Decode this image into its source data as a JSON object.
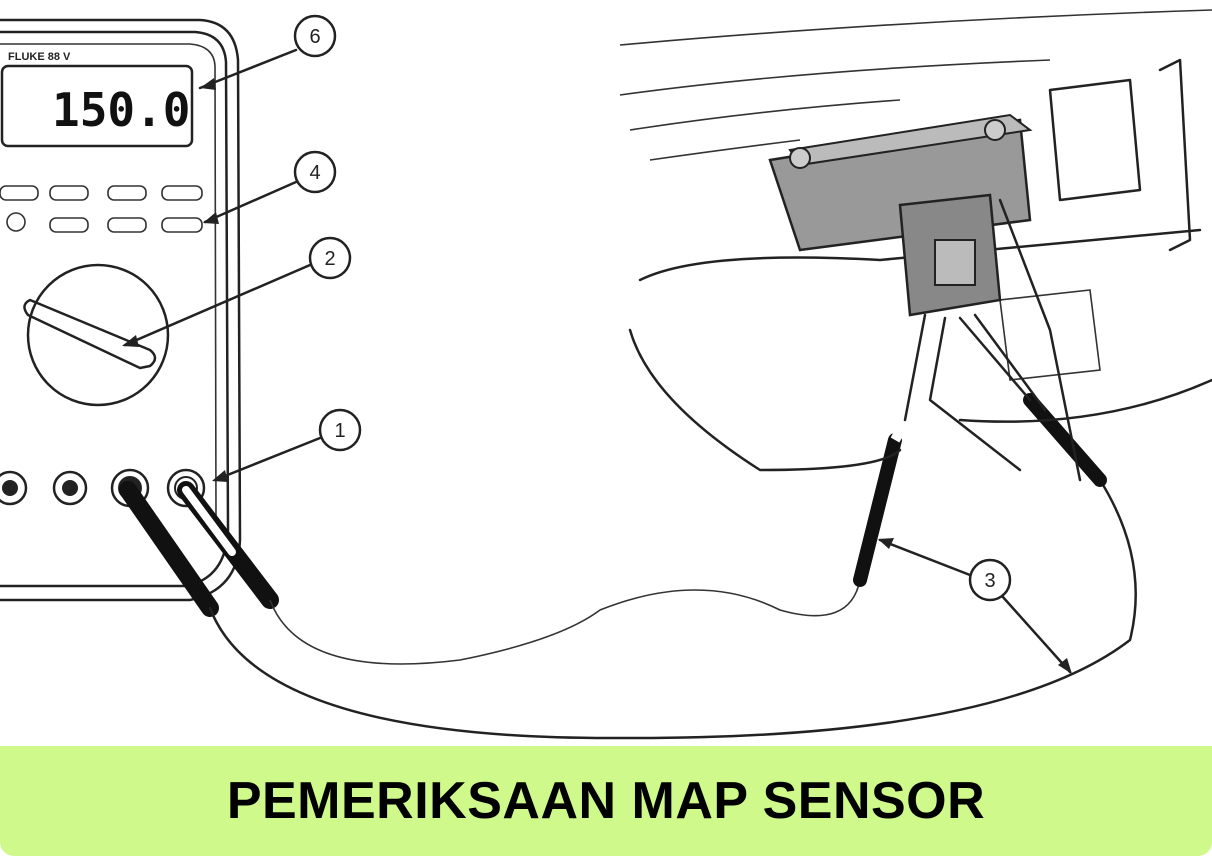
{
  "diagram": {
    "meter_display_value": "150.0",
    "meter_brand": "FLUKE 88 V",
    "callouts": [
      "6",
      "4",
      "2",
      "1",
      "3"
    ]
  },
  "caption": {
    "text": "PEMERIKSAAN MAP SENSOR",
    "background": "#cff98a"
  }
}
